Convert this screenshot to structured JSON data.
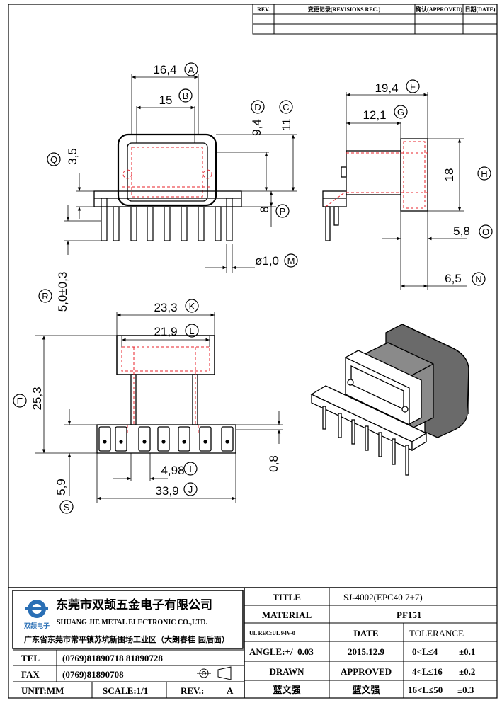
{
  "revision_table": {
    "headers": [
      "REV.",
      "变更记录(REVISIONS REC.)",
      "确认(APPROVED)",
      "日期(DATE)"
    ]
  },
  "dimensions": {
    "A": {
      "value": "16,4",
      "letter": "A"
    },
    "B": {
      "value": "15",
      "letter": "B"
    },
    "C": {
      "value": "11",
      "letter": "C"
    },
    "D": {
      "value": "9,4",
      "letter": "D"
    },
    "Q": {
      "value": "3,5",
      "letter": "Q"
    },
    "P": {
      "value": "8",
      "letter": "P"
    },
    "M": {
      "value": "ø1,0",
      "letter": "M"
    },
    "R": {
      "value": "5,0±0,3",
      "letter": "R"
    },
    "F": {
      "value": "19,4",
      "letter": "F"
    },
    "G": {
      "value": "12,1",
      "letter": "G"
    },
    "H": {
      "value": "18",
      "letter": "H"
    },
    "O": {
      "value": "5,8",
      "letter": "O"
    },
    "N": {
      "value": "6,5",
      "letter": "N"
    },
    "K": {
      "value": "23,3",
      "letter": "K"
    },
    "L": {
      "value": "21,9",
      "letter": "L"
    },
    "E": {
      "value": "25,3",
      "letter": "E"
    },
    "I": {
      "value": "4,98",
      "letter": "I"
    },
    "J": {
      "value": "33,9",
      "letter": "J"
    },
    "S": {
      "value": "5,9",
      "letter": "S"
    },
    "pin_height": {
      "value": "0,8"
    }
  },
  "title_block": {
    "company_cn": "东莞市双颉五金电子有限公司",
    "company_en": "SHUANG JIE METAL ELECTRONIC CO.,LTD.",
    "logo_text": "双颉电子",
    "address": "广东省东莞市常平镇苏坑新围场工业区（大朗春桂 园后面）",
    "tel_label": "TEL",
    "tel_value": "(0769)81890718  81890728",
    "fax_label": "FAX",
    "fax_value": "(0769)81890708",
    "unit_label": "UNIT:MM",
    "scale_label": "SCALE:1/1",
    "rev_label": "REV.:",
    "rev_value": "A",
    "title_label": "TITLE",
    "title_value": "SJ-4002(EPC40  7+7)",
    "material_label": "MATERIAL",
    "material_value": "PF151",
    "ul_label": "UL REC:UL 94V-0",
    "date_label": "DATE",
    "tolerance_label": "TOLERANCE",
    "angle_label": "ANGLE:+/_0.03",
    "date_value": "2015.12.9",
    "tol1_range": "0<L≤4",
    "tol1_value": "±0.1",
    "drawn_label": "DRAWN",
    "approved_label": "APPROVED",
    "tol2_range": "4<L≤16",
    "tol2_value": "±0.2",
    "drawn_name": "蓝文强",
    "approved_name": "蓝文强",
    "tol3_range": "16<L≤50",
    "tol3_value": "±0.3"
  },
  "colors": {
    "line": "#000000",
    "hidden": "#e8202a",
    "logo": "#2a6fb5",
    "shade": "#6a6a6a"
  }
}
